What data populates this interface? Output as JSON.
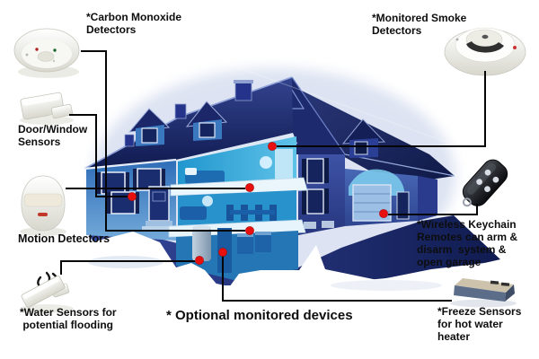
{
  "diagram": {
    "subject": "home-security-monitored-devices",
    "note": "* Optional monitored devices"
  },
  "labels": {
    "carbon_monoxide": "*Carbon Monoxide\nDetectors",
    "monitored_smoke": "*Monitored Smoke\nDetectors",
    "door_window": "Door/Window\nSensors",
    "motion": "Motion Detectors",
    "water": "*Water Sensors for\n potential flooding",
    "keychain": "*Wireless Keychain\nRemotes can arm &\ndisarm  system &\nopen garage",
    "freeze": "*Freeze Sensors\nfor hot water\nheater",
    "optional_note": "* Optional monitored devices"
  },
  "devices": [
    {
      "id": "carbon-monoxide-detector",
      "icon": "co-detector-icon",
      "optional": true
    },
    {
      "id": "monitored-smoke-detector",
      "icon": "smoke-detector-icon",
      "optional": true
    },
    {
      "id": "door-window-sensor",
      "icon": "door-window-sensor-icon",
      "optional": false
    },
    {
      "id": "motion-detector",
      "icon": "motion-detector-icon",
      "optional": false
    },
    {
      "id": "water-sensor",
      "icon": "water-sensor-icon",
      "optional": true
    },
    {
      "id": "wireless-keychain-remote",
      "icon": "keychain-remote-icon",
      "optional": true
    },
    {
      "id": "freeze-sensor",
      "icon": "freeze-sensor-icon",
      "optional": true
    }
  ],
  "colors": {
    "background_glow": "#dde3f2",
    "roof_navy": "#1b2a70",
    "wall_blue": "#3272bc",
    "interior_cyan": "#2f9fd8",
    "ground_shadow": "#1c2a6e",
    "sensor_dot_red": "#e8100f",
    "connector_line": "#000000",
    "text": "#0d0d0d"
  }
}
